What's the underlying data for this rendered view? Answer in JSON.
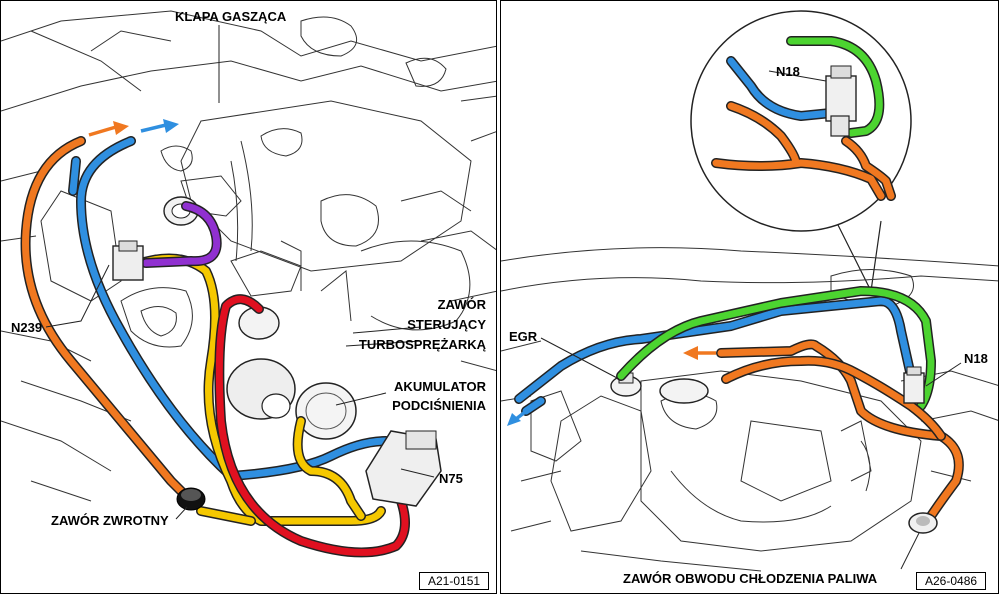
{
  "left_panel": {
    "labels": {
      "klapa_gaszaca": "KLAPA GASZĄCA",
      "n239": "N239",
      "zawor_sterujacy_l1": "ZAWÓR",
      "zawor_sterujacy_l2": "STERUJĄCY",
      "zawor_sterujacy_l3": "TURBOSPRĘŻARKĄ",
      "akumulator_l1": "AKUMULATOR",
      "akumulator_l2": "PODCIŚNIENIA",
      "n75": "N75",
      "zawor_zwrotny": "ZAWÓR ZWROTNY"
    },
    "figure_ref": "A21-0151"
  },
  "right_panel": {
    "labels": {
      "n18_inset": "N18",
      "egr": "EGR",
      "n18": "N18",
      "zawor_obwodu": "ZAWÓR OBWODU CHŁODZENIA PALIWA"
    },
    "figure_ref": "A26-0486"
  },
  "colors": {
    "orange": "#f07820",
    "blue": "#2f8fe0",
    "yellow": "#f5c800",
    "red": "#e01020",
    "purple": "#9030d0",
    "green": "#4cd430",
    "line": "#222222"
  }
}
